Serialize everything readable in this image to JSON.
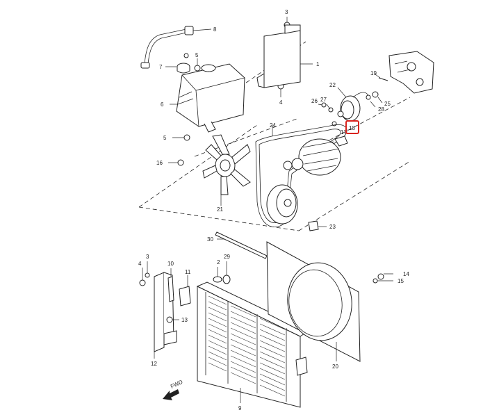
{
  "diagram": {
    "callouts": {
      "c1": "1",
      "c2": "2",
      "c3a": "3",
      "c3b": "3",
      "c4a": "4",
      "c4b": "4",
      "c5a": "5",
      "c5b": "5",
      "c6": "6",
      "c7": "7",
      "c8": "8",
      "c9": "9",
      "c10": "10",
      "c11": "11",
      "c12": "12",
      "c13": "13",
      "c14": "14",
      "c15": "15",
      "c16": "16",
      "c17": "17",
      "c18": "18",
      "c19": "19",
      "c20": "20",
      "c21": "21",
      "c22": "22",
      "c23": "23",
      "c24": "24",
      "c25": "25",
      "c26": "26",
      "c27": "27",
      "c28": "28",
      "c29": "29",
      "c30": "30"
    },
    "highlight": {
      "color": "#d9231d"
    },
    "direction_marker": "FWD"
  }
}
